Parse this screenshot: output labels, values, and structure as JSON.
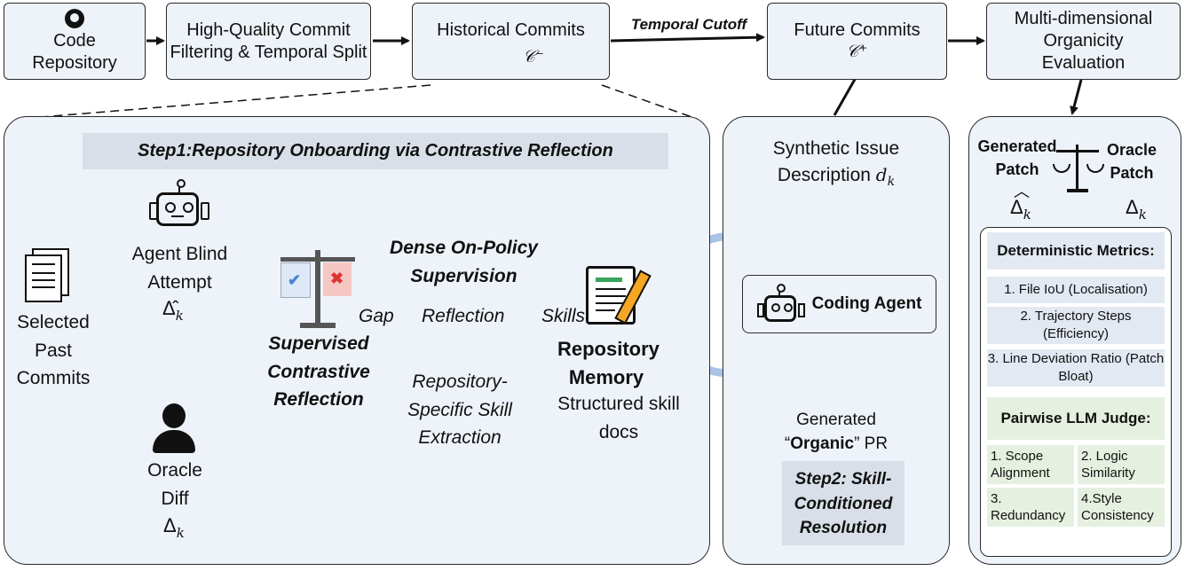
{
  "top_flow": {
    "code_repo": "Code Repository",
    "filtering": "High-Quality Commit Filtering & Temporal Split",
    "historical": "Historical Commits",
    "historical_symbol": "𝒞⁻",
    "temporal_cutoff": "Temporal Cutoff",
    "future": "Future Commits",
    "future_symbol": "𝒞⁺",
    "evaluation": "Multi-dimensional Organicity Evaluation"
  },
  "step1": {
    "title": "Step1:Repository Onboarding via Contrastive Reflection",
    "selected_past_commits": "Selected Past Commits",
    "agent_blind_attempt": "Agent Blind Attempt",
    "agent_delta": "Δ̂",
    "agent_delta_sub": "k",
    "oracle_diff": "Oracle Diff",
    "oracle_delta": "Δ",
    "oracle_delta_sub": "k",
    "supervised_contrastive": "Supervised Contrastive Reflection",
    "dense_supervision": "Dense On-Policy Supervision",
    "gap": "Gap",
    "reflection": "Reflection",
    "skills": "Skills",
    "skill_extraction": "Repository-Specific Skill Extraction",
    "repo_memory": "Repository Memory",
    "skill_docs": "Structured skill docs"
  },
  "step2": {
    "synthetic_issue": "Synthetic Issue Description",
    "issue_symbol": "d",
    "issue_sub": "k",
    "coding_agent": "Coding Agent",
    "generated_pre": "Generated",
    "organic_open": "“",
    "organic": "Organic",
    "organic_close": "”",
    "pr": " PR",
    "title": "Step2: Skill-Conditioned Resolution"
  },
  "eval_panel": {
    "generated_patch": "Generated Patch",
    "oracle_patch": "Oracle Patch",
    "gen_delta": "Δ",
    "gen_sub": "k",
    "oracle_delta": "Δ",
    "oracle_sub": "k",
    "deterministic_title": "Deterministic Metrics:",
    "metrics": [
      "1. File IoU (Localisation)",
      "2. Trajectory Steps (Efficiency)",
      "3. Line Deviation Ratio (Patch Bloat)"
    ],
    "llm_title": "Pairwise LLM Judge:",
    "judge": [
      "1. Scope Alignment",
      "2. Logic Similarity",
      "3. Redundancy",
      "4.Style Consistency"
    ]
  }
}
